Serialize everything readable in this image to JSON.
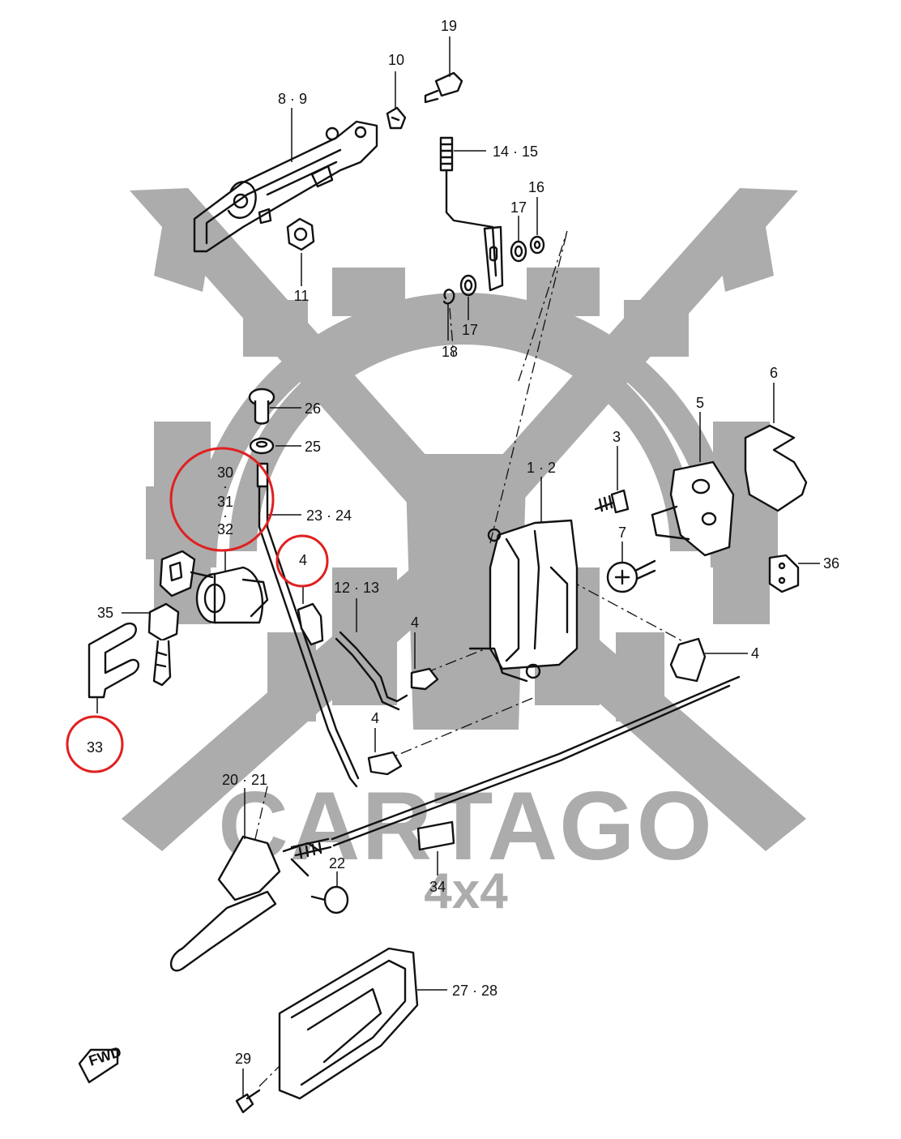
{
  "watermark": {
    "brand": "CARTAGO",
    "sub": "4x4",
    "color": "#9e9e9e"
  },
  "callouts": {
    "c19": "19",
    "c10": "10",
    "c8_9": "8 · 9",
    "c14_15": "14 · 15",
    "c16": "16",
    "c17a": "17",
    "c17b": "17",
    "c18": "18",
    "c11": "11",
    "c6": "6",
    "c5": "5",
    "c3": "3",
    "c1_2": "1 · 2",
    "c7": "7",
    "c36": "36",
    "c26": "26",
    "c25": "25",
    "c30": "30",
    "c31": "31",
    "c32": "32",
    "c23_24": "23 · 24",
    "c4a": "4",
    "c12_13": "12 · 13",
    "c4b": "4",
    "c4c": "4",
    "c4d": "4",
    "c35": "35",
    "c33": "33",
    "c20_21": "20 · 21",
    "c22": "22",
    "c34": "34",
    "c27_28": "27 · 28",
    "c29": "29",
    "fwd": "FWD"
  },
  "highlight_color": "#e02020"
}
